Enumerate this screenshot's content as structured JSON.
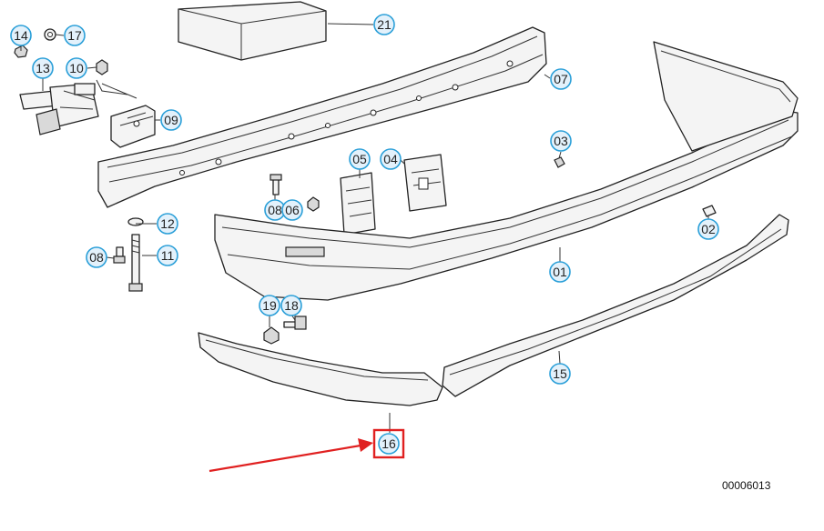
{
  "diagram": {
    "code": "00006013",
    "callouts": [
      {
        "id": "14",
        "label": "14"
      },
      {
        "id": "17",
        "label": "17"
      },
      {
        "id": "13",
        "label": "13"
      },
      {
        "id": "10",
        "label": "10"
      },
      {
        "id": "09",
        "label": "09"
      },
      {
        "id": "21",
        "label": "21"
      },
      {
        "id": "07",
        "label": "07"
      },
      {
        "id": "05",
        "label": "05"
      },
      {
        "id": "04",
        "label": "04"
      },
      {
        "id": "03",
        "label": "03"
      },
      {
        "id": "08a",
        "label": "08"
      },
      {
        "id": "06",
        "label": "06"
      },
      {
        "id": "12",
        "label": "12"
      },
      {
        "id": "02",
        "label": "02"
      },
      {
        "id": "08b",
        "label": "08"
      },
      {
        "id": "11",
        "label": "11"
      },
      {
        "id": "01",
        "label": "01"
      },
      {
        "id": "19",
        "label": "19"
      },
      {
        "id": "18",
        "label": "18"
      },
      {
        "id": "15",
        "label": "15"
      },
      {
        "id": "16",
        "label": "16"
      }
    ],
    "highlighted_callout": "16",
    "highlight_color": "#e02020",
    "callout_color": "#2a9fd8"
  }
}
